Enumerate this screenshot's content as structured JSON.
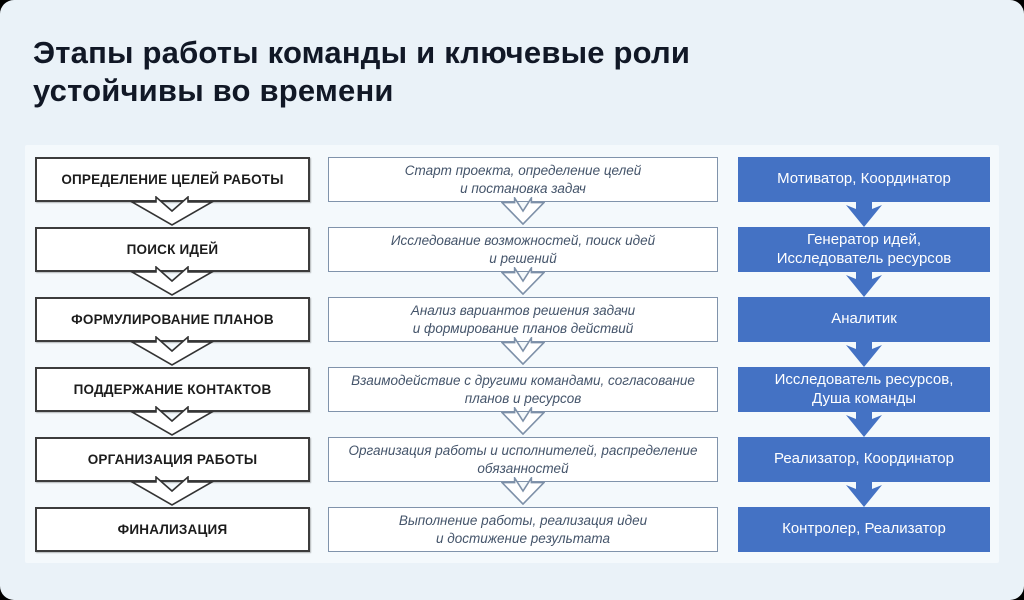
{
  "title": "Этапы работы команды и ключевые роли\nустойчивы во времени",
  "colors": {
    "accent_blue": "#4472C4",
    "stage_border": "#3C3C3C",
    "description_border": "#8093AB",
    "description_text": "#44546A",
    "title_text": "#111826",
    "slide_background": "#EAF2F8",
    "panel_background": "#F4F9FC"
  },
  "icons": {
    "stage_arrow": "down-chevron-outline",
    "role_arrow": "down-block-arrow-solid"
  },
  "rows": [
    {
      "stage": "ОПРЕДЕЛЕНИЕ ЦЕЛЕЙ РАБОТЫ",
      "description": "Старт проекта, определение целей\nи постановка задач",
      "roles": "Мотиватор, Координатор"
    },
    {
      "stage": "ПОИСК ИДЕЙ",
      "description": "Исследование возможностей, поиск идей\nи решений",
      "roles": "Генератор идей,\nИсследователь ресурсов"
    },
    {
      "stage": "ФОРМУЛИРОВАНИЕ ПЛАНОВ",
      "description": "Анализ вариантов решения задачи\nи формирование планов действий",
      "roles": "Аналитик"
    },
    {
      "stage": "ПОДДЕРЖАНИЕ КОНТАКТОВ",
      "description": "Взаимодействие с другими командами, согласование\nпланов и ресурсов",
      "roles": "Исследователь ресурсов,\nДуша команды"
    },
    {
      "stage": "ОРГАНИЗАЦИЯ РАБОТЫ",
      "description": "Организация работы и исполнителей, распределение\nобязанностей",
      "roles": "Реализатор, Координатор"
    },
    {
      "stage": "ФИНАЛИЗАЦИЯ",
      "description": "Выполнение работы, реализация идеи\nи достижение результата",
      "roles": "Контролер, Реализатор"
    }
  ]
}
